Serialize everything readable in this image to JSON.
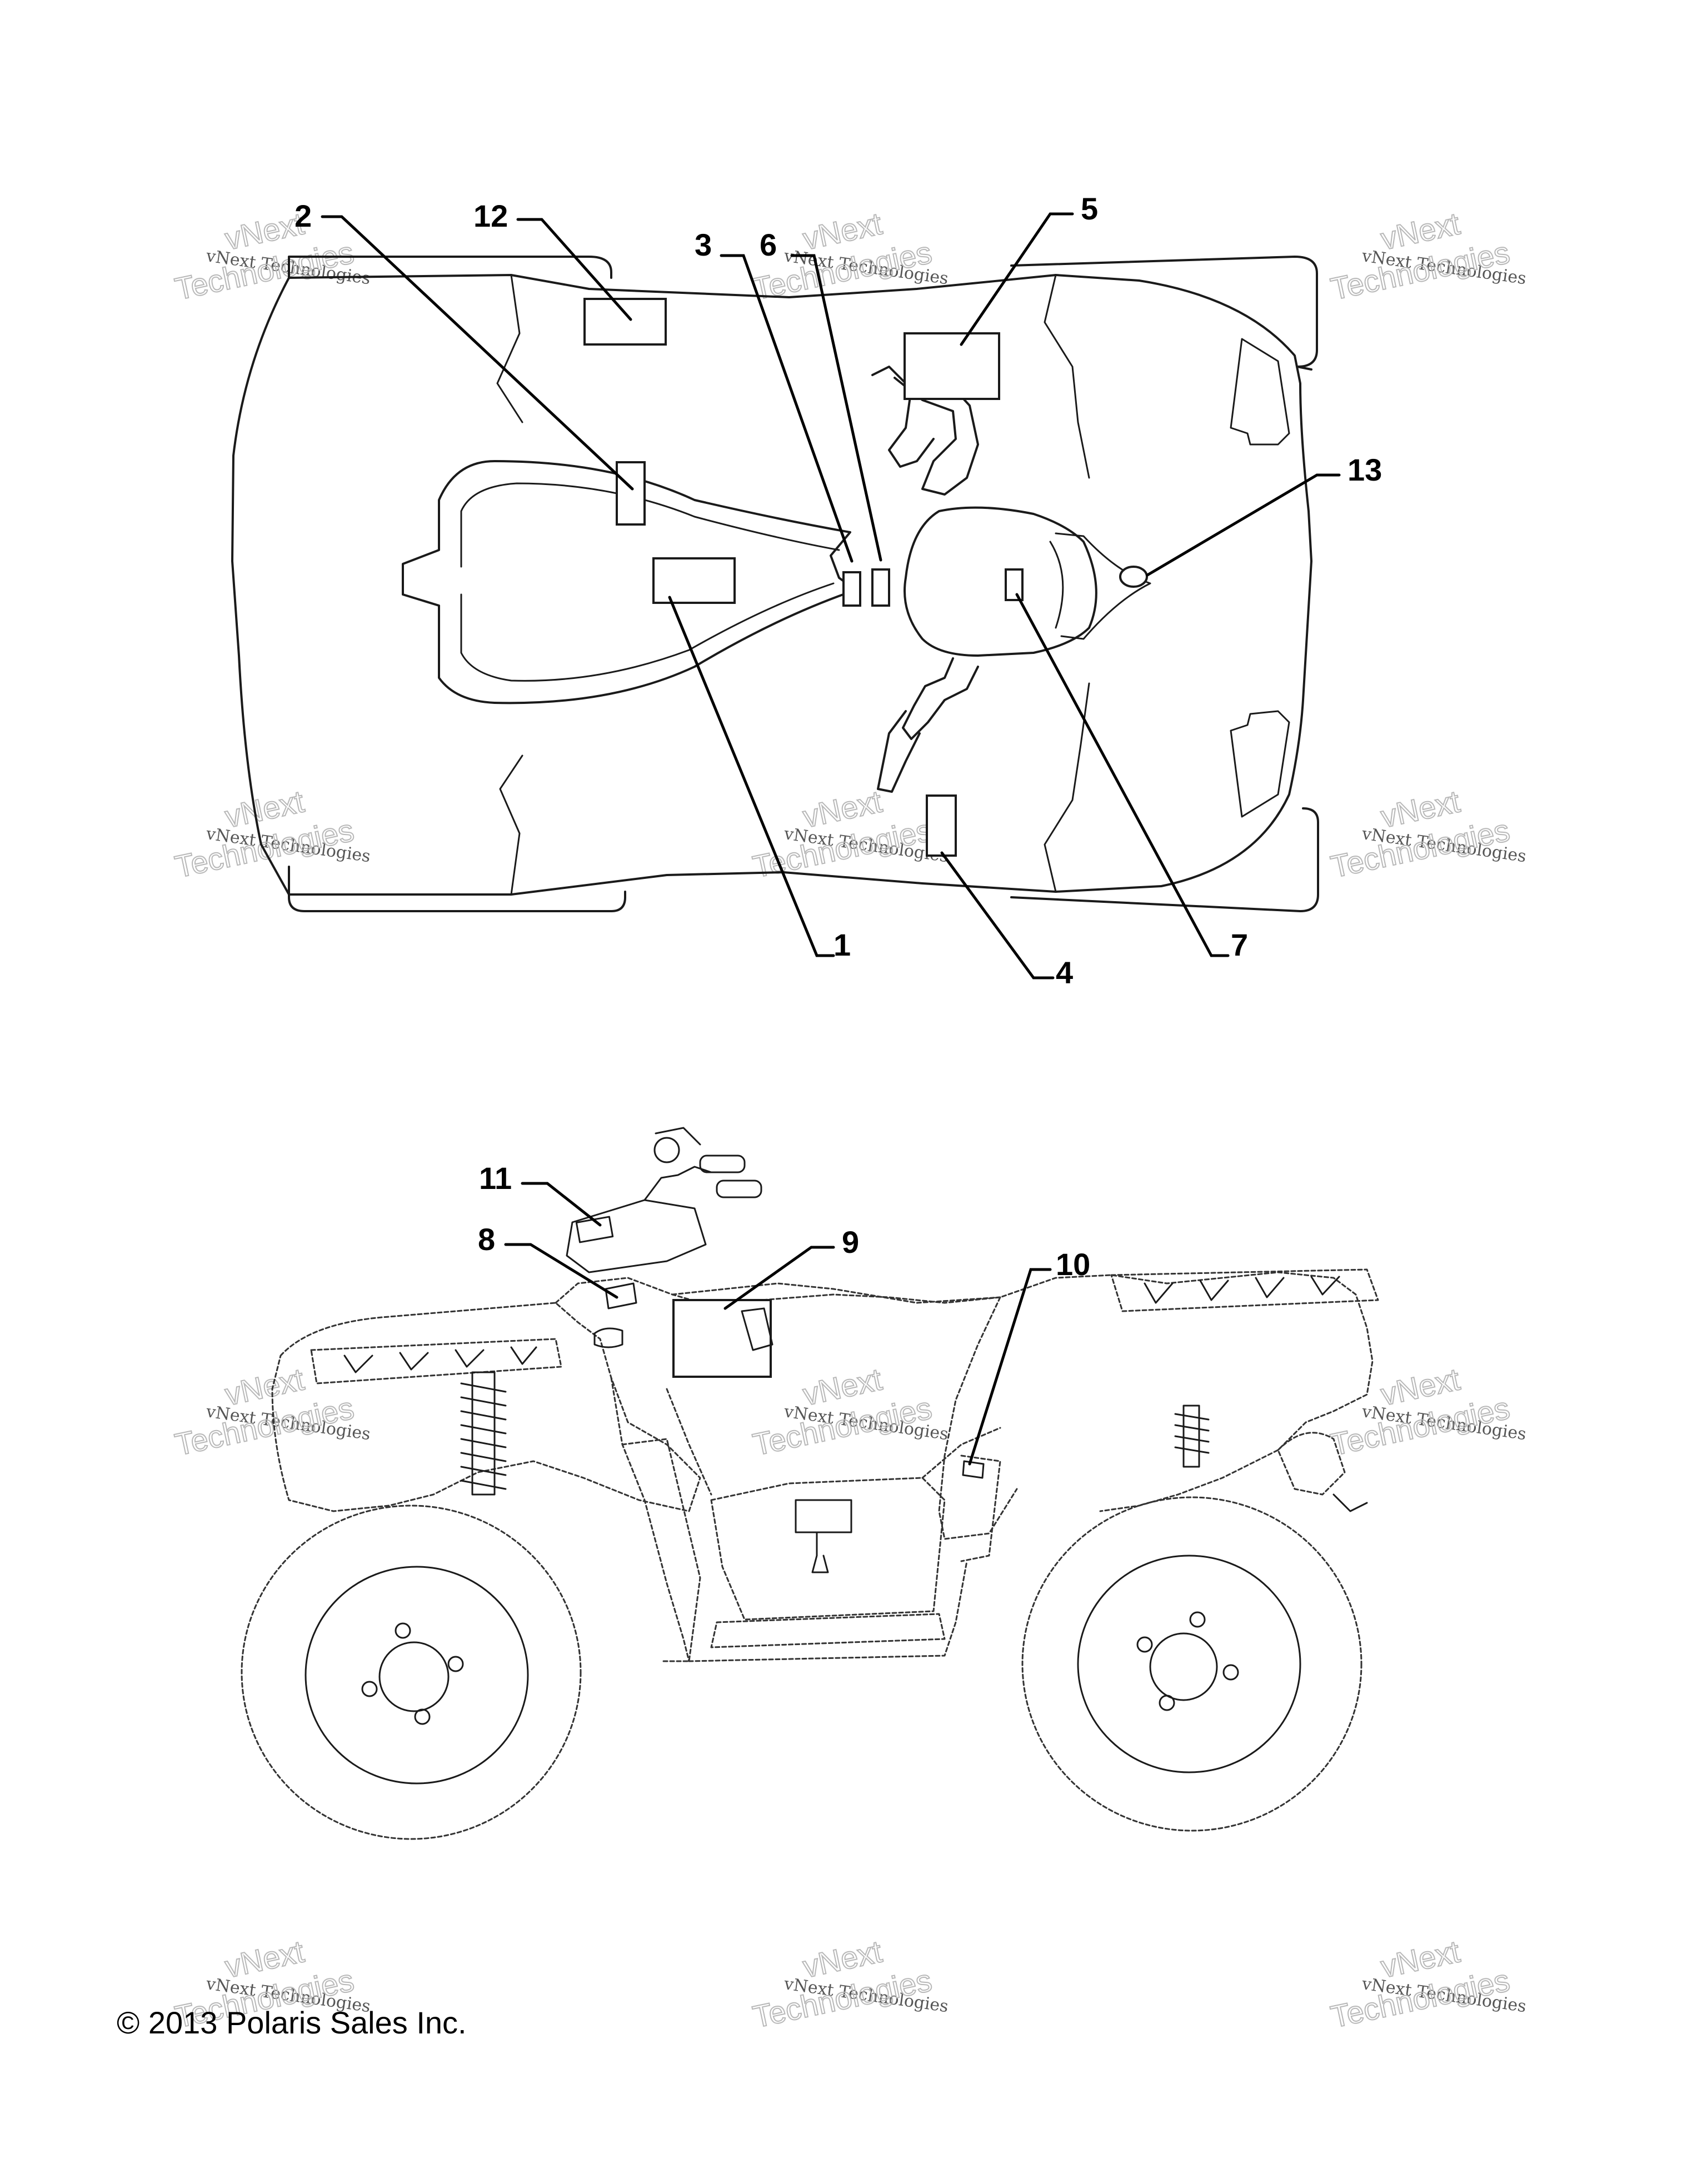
{
  "callouts_top": [
    "2",
    "12",
    "3",
    "6",
    "5",
    "13",
    "1",
    "4",
    "7"
  ],
  "callouts_side": [
    "11",
    "8",
    "9",
    "10"
  ],
  "watermark": {
    "line1": "vNext",
    "line2": "Technologies",
    "small": "vNext Technologies"
  },
  "copyright": "© 2013 Polaris Sales Inc."
}
